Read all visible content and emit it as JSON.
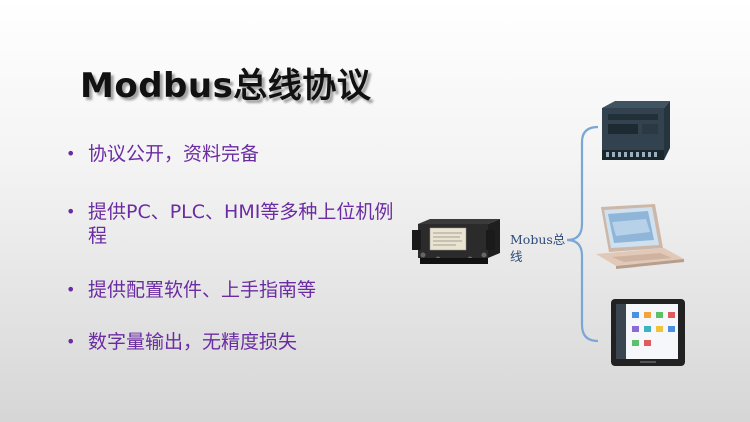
{
  "title": "Modbus总线协议",
  "bullets": [
    "协议公开，资料完备",
    "提供PC、PLC、HMI等多种上位机例程",
    "提供配置软件、上手指南等",
    "数字量输出，无精度损失"
  ],
  "bus_label": "Mobus总线",
  "colors": {
    "bullet_text": "#6b2ca3",
    "bracket": "#7aa7d6",
    "title": "#111111"
  },
  "icons": [
    "din-rail-module-image",
    "plc-image",
    "laptop-image",
    "hmi-tablet-image"
  ]
}
